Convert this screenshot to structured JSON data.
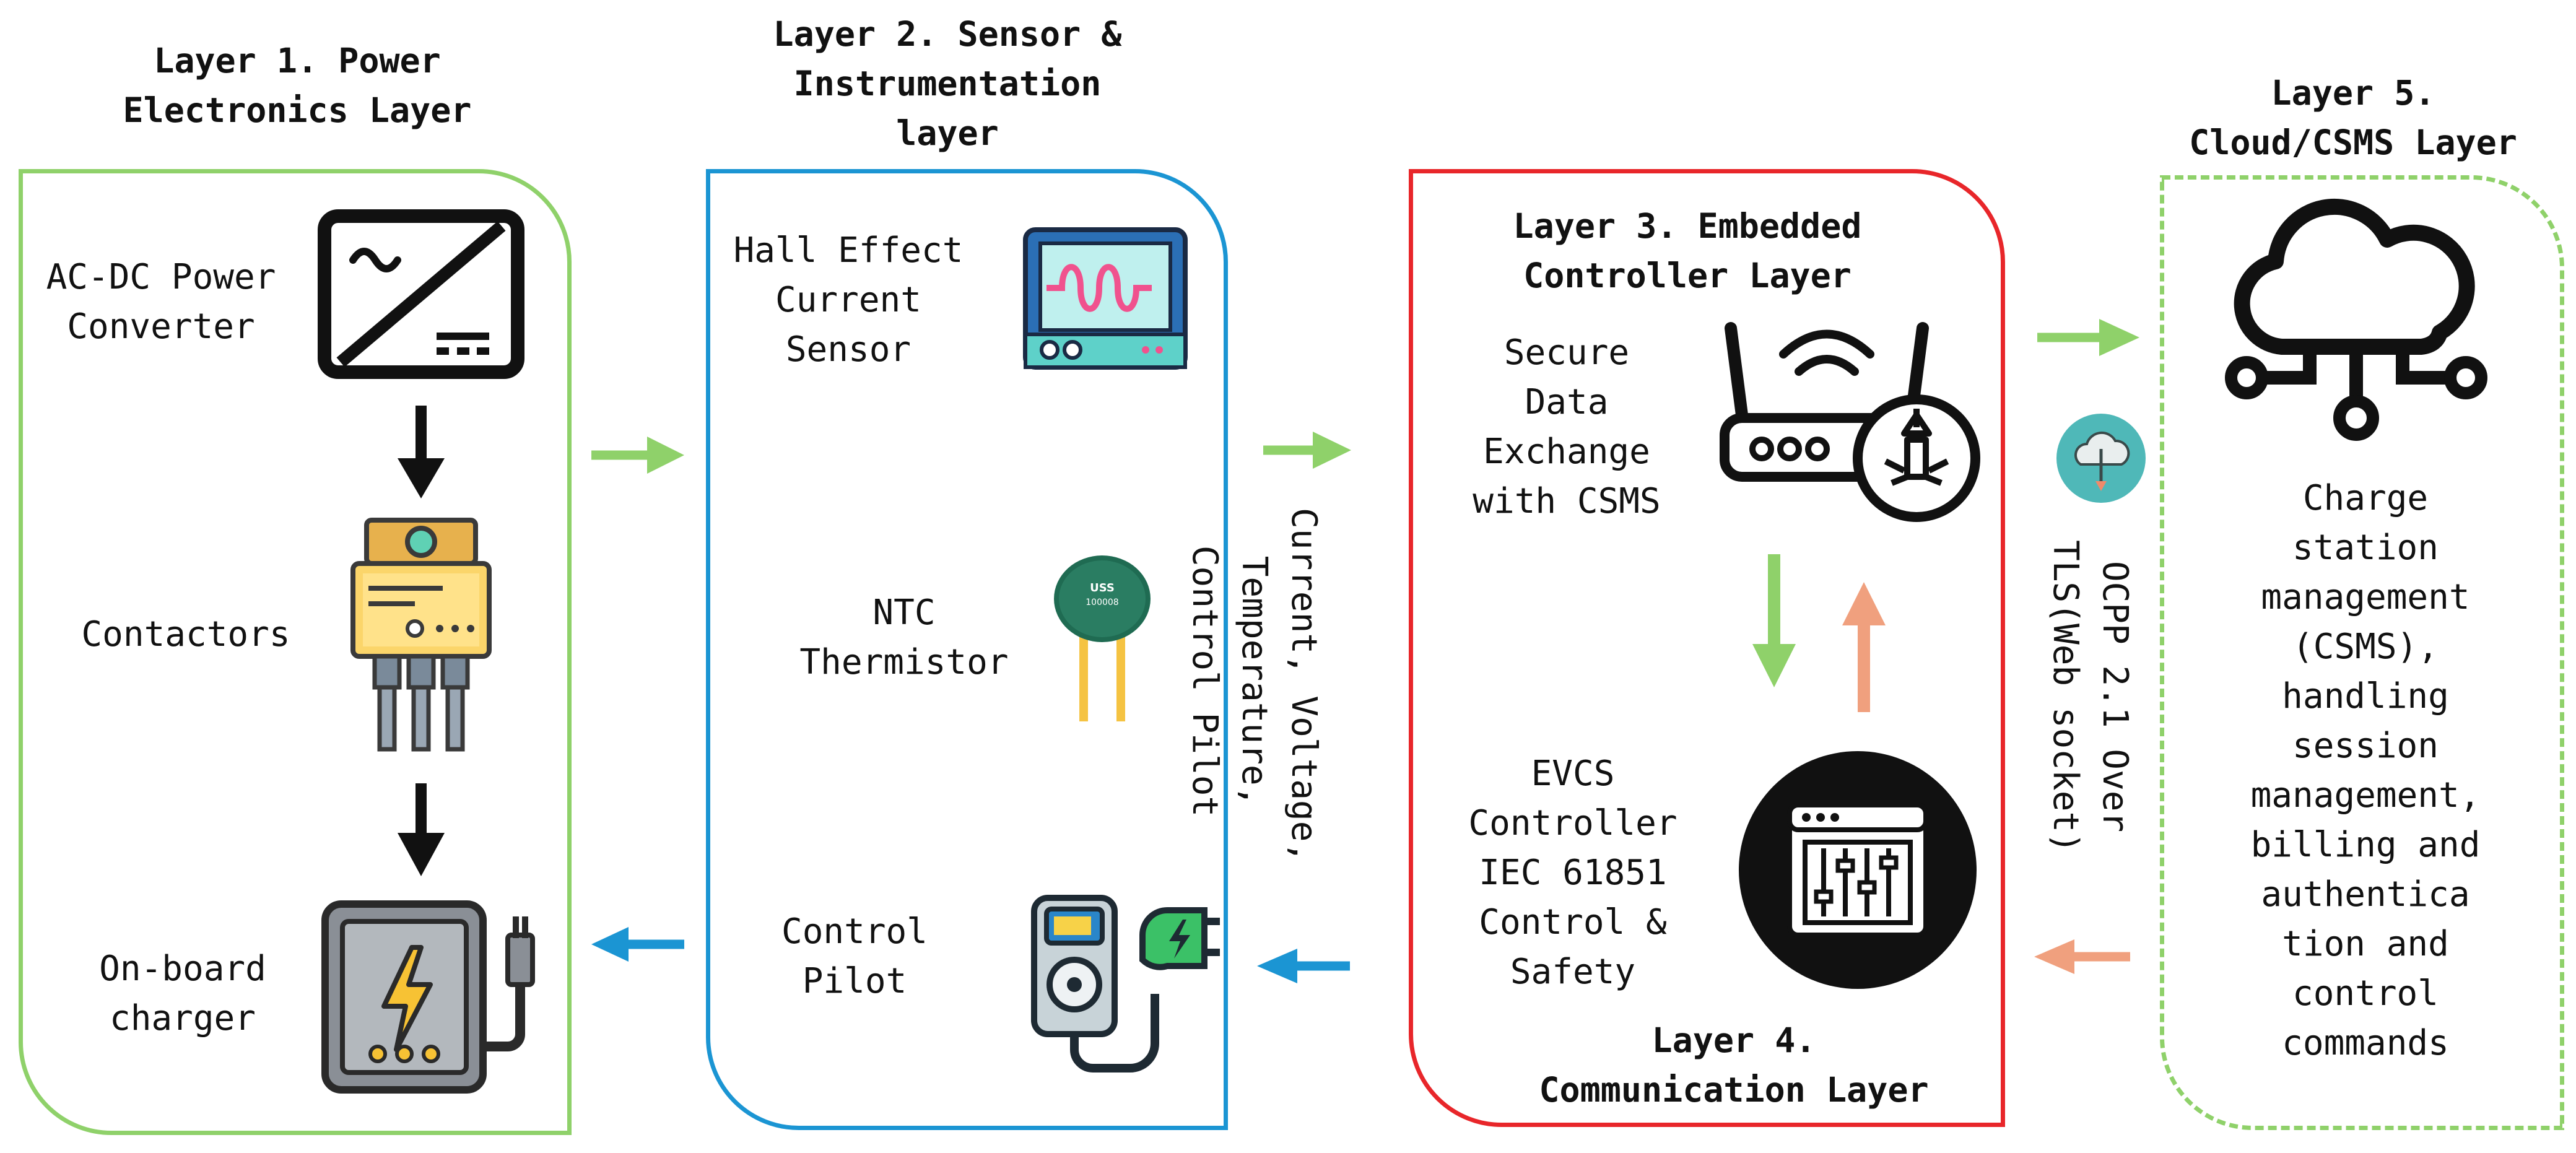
{
  "layers": {
    "l1_title": [
      "Layer 1. Power",
      "Electronics Layer"
    ],
    "l2_title": [
      "Layer 2. Sensor &",
      "Instrumentation",
      "layer"
    ],
    "l3_title": [
      "Layer 3. Embedded",
      "Controller Layer"
    ],
    "l4_title": [
      "Layer 4.",
      "Communication Layer"
    ],
    "l5_title": [
      "Layer 5.",
      "Cloud/CSMS Layer"
    ]
  },
  "layer1": {
    "converter": [
      "AC-DC Power",
      "Converter"
    ],
    "contactors": "Contactors",
    "charger": [
      "On-board",
      "charger"
    ]
  },
  "layer2": {
    "hall": [
      "Hall Effect",
      "Current",
      "Sensor"
    ],
    "ntc": [
      "NTC",
      "Thermistor"
    ],
    "cp": [
      "Control",
      "Pilot"
    ]
  },
  "layer34": {
    "secure": [
      "Secure",
      "Data",
      "Exchange",
      "with CSMS"
    ],
    "evcs": [
      "EVCS",
      "Controller",
      "IEC 61851",
      "Control &",
      "Safety"
    ]
  },
  "layer5": {
    "desc": [
      "Charge",
      "station",
      "management",
      "(CSMS),",
      "handling",
      "session",
      "management,",
      "billing and",
      "authentica",
      "tion and",
      "control",
      "commands"
    ]
  },
  "signals": [
    "Current, Voltage,",
    "Temperature,",
    "Control Pilot"
  ],
  "protocol": [
    "OCPP 2.1 Over",
    "TLS(Web socket)"
  ],
  "colors": {
    "green": "#8fd16a",
    "blue": "#1b95d3",
    "red": "#e8262a",
    "salmon": "#f0a07e",
    "dashed_green": "#8fd16a"
  }
}
